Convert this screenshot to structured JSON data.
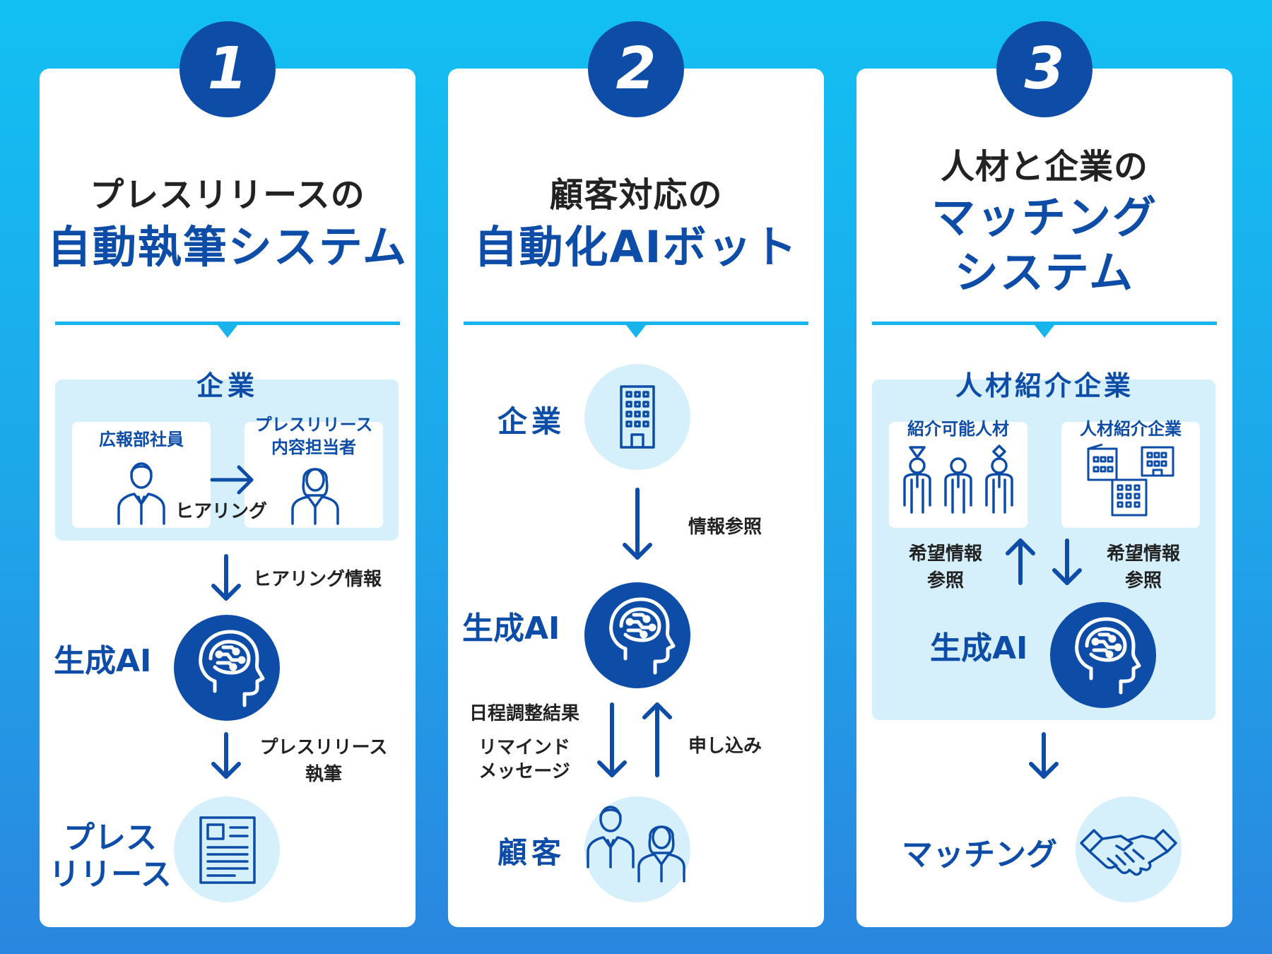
{
  "cards": [
    {
      "number": "1",
      "title_line1": "プレスリリースの",
      "title_line2": "自動執筆システム",
      "panel_label": "企業",
      "staff_label": "広報部社員",
      "writer_label_line1": "プレスリリース",
      "writer_label_line2": "内容担当者",
      "hearing_label": "ヒアリング",
      "arrow1_label": "ヒアリング情報",
      "ai_label": "生成AI",
      "arrow2_label_line1": "プレスリリース",
      "arrow2_label_line2": "執筆",
      "output_line1": "プレス",
      "output_line2": "リリース"
    },
    {
      "number": "2",
      "title_line1": "顧客対応の",
      "title_line2": "自動化AIボット",
      "company_label": "企業",
      "arrow1_label": "情報参照",
      "ai_label": "生成AI",
      "down_label_line1": "日程調整結果",
      "down_label_line2": "リマインド",
      "down_label_line3": "メッセージ",
      "up_label": "申し込み",
      "customer_label": "顧客"
    },
    {
      "number": "3",
      "title_line1": "人材と企業の",
      "title_line2": "マッチング",
      "title_line3": "システム",
      "panel_label": "人材紹介企業",
      "talent_label": "紹介可能人材",
      "companies_label": "人材紹介企業",
      "left_label_line1": "希望情報",
      "left_label_line2": "参照",
      "right_label_line1": "希望情報",
      "right_label_line2": "参照",
      "ai_label": "生成AI",
      "output_label": "マッチング"
    }
  ],
  "icons": {
    "brain": "brain-head-icon",
    "building": "building-icon",
    "person": "businessman-icon",
    "woman": "businesswoman-icon",
    "document": "document-icon",
    "handshake": "handshake-icon",
    "arrow": "arrow-icon"
  },
  "colors": {
    "brand_blue": "#0d4da8",
    "accent_cyan": "#17b5ec",
    "panel_light": "#d5f0fb",
    "background_top": "#12c0f3",
    "background_bottom": "#2a86de"
  }
}
